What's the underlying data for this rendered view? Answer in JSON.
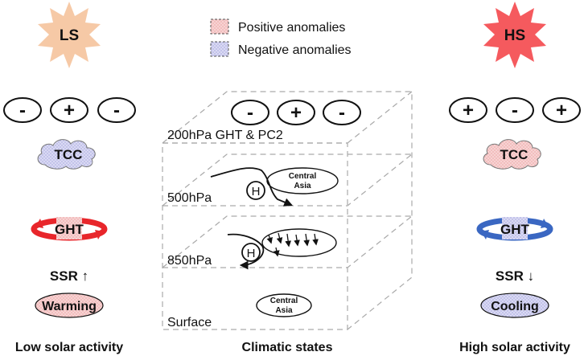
{
  "legend": {
    "positive": "Positive anomalies",
    "negative": "Negative anomalies"
  },
  "left": {
    "sun_label": "LS",
    "signs": [
      "-",
      "+",
      "-"
    ],
    "cloud_label": "TCC",
    "ght_label": "GHT",
    "ssr_label": "SSR ↑",
    "effect_label": "Warming",
    "bottom_label": "Low solar activity"
  },
  "right": {
    "sun_label": "HS",
    "signs": [
      "+",
      "-",
      "+"
    ],
    "cloud_label": "TCC",
    "ght_label": "GHT",
    "ssr_label": "SSR ↓",
    "effect_label": "Cooling",
    "bottom_label": "High solar activity"
  },
  "center": {
    "signs": [
      "-",
      "+",
      "-"
    ],
    "layer_200": "200hPa GHT & PC2",
    "layer_500": "500hPa",
    "layer_850": "850hPa",
    "layer_surface": "Surface",
    "high_symbol_500": "H",
    "high_symbol_850": "H",
    "region_500": [
      "Central",
      "Asia"
    ],
    "region_surface": [
      "Central",
      "Asia"
    ],
    "bottom_label": "Climatic states"
  },
  "colors": {
    "ls_sun": "#f6c9a6",
    "hs_sun": "#f55a5e",
    "positive_fill": "#f7d3d3",
    "negative_fill": "#d9d9f3",
    "ght_red": "#e8262b",
    "ght_blue": "#3a67c2"
  }
}
